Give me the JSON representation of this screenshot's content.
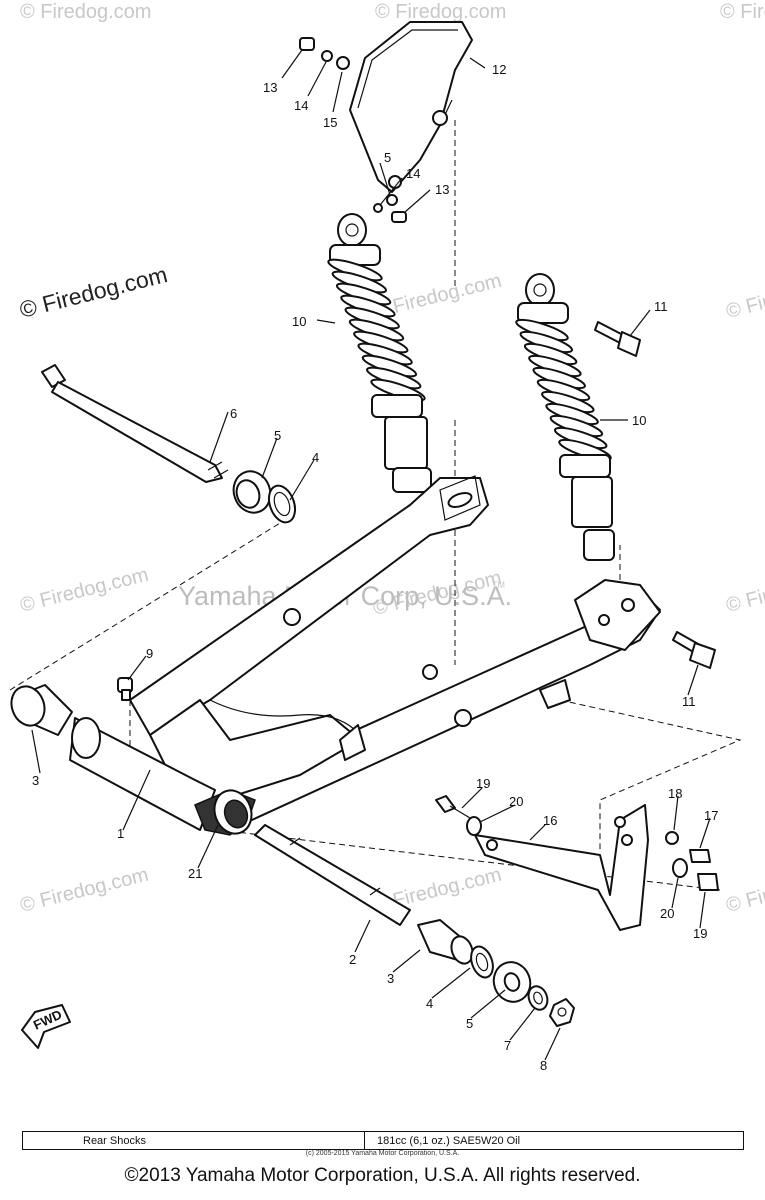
{
  "watermarks": {
    "brand": "© Firedog.com",
    "center": "Yamaha Motor Corp, U.S.A.",
    "tm": "TM"
  },
  "callouts": {
    "c1": "1",
    "c2": "2",
    "c3a": "3",
    "c3b": "3",
    "c4a": "4",
    "c4b": "4",
    "c5a": "5",
    "c5b": "5",
    "c5c": "5",
    "c6": "6",
    "c7": "7",
    "c8": "8",
    "c9": "9",
    "c10a": "10",
    "c10b": "10",
    "c11a": "11",
    "c11b": "11",
    "c12": "12",
    "c13a": "13",
    "c13b": "13",
    "c14a": "14",
    "c14b": "14",
    "c15": "15",
    "c16": "16",
    "c17": "17",
    "c18": "18",
    "c19a": "19",
    "c19b": "19",
    "c20a": "20",
    "c20b": "20",
    "c21": "21"
  },
  "fwd_label": "FWD",
  "spec_table": {
    "part": "Rear Shocks",
    "spec": "181cc (6,1 oz.) SAE5W20 Oil"
  },
  "small_copyright": "(c) 2005-2015 Yamaha Motor Corporation, U.S.A.",
  "footer": "©2013 Yamaha Motor Corporation, U.S.A. All rights reserved."
}
